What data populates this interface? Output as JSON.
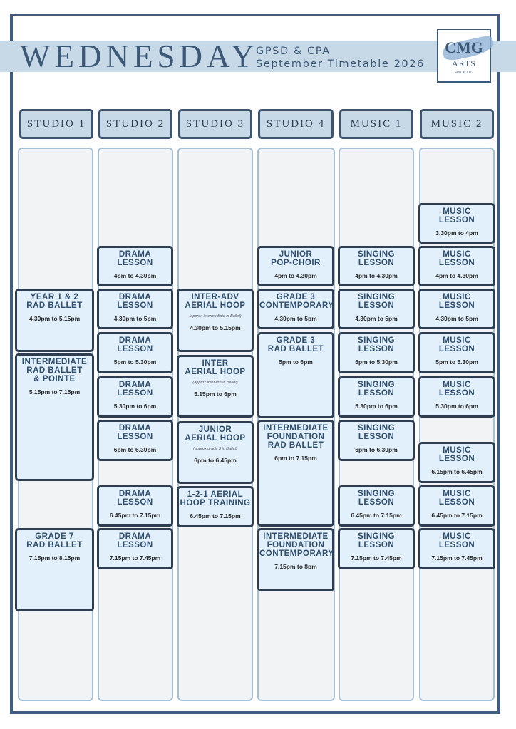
{
  "title": "WEDNESDAY",
  "subtitle_line1": "GPSD & CPA",
  "subtitle_line2": "September Timetable 2026",
  "logo": {
    "name": "CMG",
    "sub": "ARTS",
    "since": "SINCE 2013"
  },
  "colors": {
    "accent": "#3b5876",
    "band": "#c7d9e6",
    "event_bg": "#e1f0fb",
    "event_border": "#2e3e50"
  },
  "columns": [
    {
      "name": "STUDIO 1",
      "events": [
        {
          "title": [
            "YEAR 1 & 2",
            "RAD BALLET"
          ],
          "time": "4.30pm to 5.15pm"
        },
        {
          "title": [
            "INTERMEDIATE",
            "RAD BALLET",
            "& POINTE"
          ],
          "time": "5.15pm to 7.15pm"
        },
        {
          "title": [
            "GRADE 7",
            "RAD BALLET"
          ],
          "time": "7.15pm to 8.15pm"
        }
      ]
    },
    {
      "name": "STUDIO 2",
      "events": [
        {
          "title": [
            "DRAMA",
            "LESSON"
          ],
          "time": "4pm to 4.30pm"
        },
        {
          "title": [
            "DRAMA",
            "LESSON"
          ],
          "time": "4.30pm to 5pm"
        },
        {
          "title": [
            "DRAMA",
            "LESSON"
          ],
          "time": "5pm to 5.30pm"
        },
        {
          "title": [
            "DRAMA",
            "LESSON"
          ],
          "time": "5.30pm to 6pm"
        },
        {
          "title": [
            "DRAMA",
            "LESSON"
          ],
          "time": "6pm to 6.30pm"
        },
        {
          "title": [
            "DRAMA",
            "LESSON"
          ],
          "time": "6.45pm to 7.15pm"
        },
        {
          "title": [
            "DRAMA",
            "LESSON"
          ],
          "time": "7.15pm to 7.45pm"
        }
      ]
    },
    {
      "name": "STUDIO 3",
      "events": [
        {
          "title": [
            "INTER-ADV",
            "AERIAL HOOP"
          ],
          "note": "(approx intermediate in Ballet)",
          "time": "4.30pm to 5.15pm"
        },
        {
          "title": [
            "INTER",
            "AERIAL HOOP"
          ],
          "note": "(approx inter-fdn in Ballet)",
          "time": "5.15pm to 6pm"
        },
        {
          "title": [
            "JUNIOR",
            "AERIAL HOOP"
          ],
          "note": "(approx grade 3 in Ballet)",
          "time": "6pm to 6.45pm"
        },
        {
          "title": [
            "1-2-1 AERIAL",
            "HOOP TRAINING"
          ],
          "time": "6.45pm to 7.15pm"
        }
      ]
    },
    {
      "name": "STUDIO 4",
      "events": [
        {
          "title": [
            "JUNIOR",
            "POP-CHOIR"
          ],
          "time": "4pm to 4.30pm"
        },
        {
          "title": [
            "GRADE 3",
            "CONTEMPORARY"
          ],
          "time": "4.30pm to 5pm"
        },
        {
          "title": [
            "GRADE 3",
            "RAD BALLET"
          ],
          "time": "5pm to 6pm"
        },
        {
          "title": [
            "INTERMEDIATE",
            "FOUNDATION",
            "RAD BALLET"
          ],
          "time": "6pm to 7.15pm"
        },
        {
          "title": [
            "INTERMEDIATE",
            "FOUNDATION",
            "CONTEMPORARY"
          ],
          "time": "7.15pm to 8pm"
        }
      ]
    },
    {
      "name": "MUSIC 1",
      "events": [
        {
          "title": [
            "SINGING",
            "LESSON"
          ],
          "time": "4pm to 4.30pm"
        },
        {
          "title": [
            "SINGING",
            "LESSON"
          ],
          "time": "4.30pm to 5pm"
        },
        {
          "title": [
            "SINGING",
            "LESSON"
          ],
          "time": "5pm to 5.30pm"
        },
        {
          "title": [
            "SINGING",
            "LESSON"
          ],
          "time": "5.30pm to 6pm"
        },
        {
          "title": [
            "SINGING",
            "LESSON"
          ],
          "time": "6pm to 6.30pm"
        },
        {
          "title": [
            "SINGING",
            "LESSON"
          ],
          "time": "6.45pm to 7.15pm"
        },
        {
          "title": [
            "SINGING",
            "LESSON"
          ],
          "time": "7.15pm to 7.45pm"
        }
      ]
    },
    {
      "name": "MUSIC 2",
      "events": [
        {
          "title": [
            "MUSIC",
            "LESSON"
          ],
          "time": "3.30pm to 4pm"
        },
        {
          "title": [
            "MUSIC",
            "LESSON"
          ],
          "time": "4pm to 4.30pm"
        },
        {
          "title": [
            "MUSIC",
            "LESSON"
          ],
          "time": "4.30pm to 5pm"
        },
        {
          "title": [
            "MUSIC",
            "LESSON"
          ],
          "time": "5pm to 5.30pm"
        },
        {
          "title": [
            "MUSIC",
            "LESSON"
          ],
          "time": "5.30pm to 6pm"
        },
        {
          "title": [
            "MUSIC",
            "LESSON"
          ],
          "time": "6.15pm to 6.45pm"
        },
        {
          "title": [
            "MUSIC",
            "LESSON"
          ],
          "time": "6.45pm to 7.15pm"
        },
        {
          "title": [
            "MUSIC",
            "LESSON"
          ],
          "time": "7.15pm to 7.45pm"
        }
      ]
    }
  ]
}
